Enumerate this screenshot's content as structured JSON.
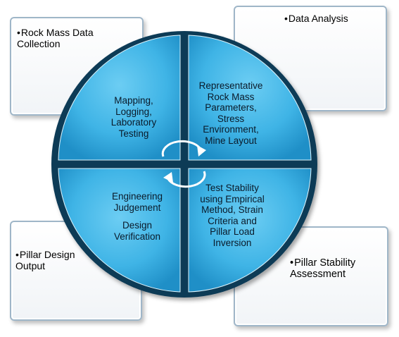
{
  "boxes": {
    "top_left": "Rock Mass Data Collection",
    "top_right": "Data Analysis",
    "bottom_left": "Pillar Design Output",
    "bottom_right": "Pillar Stability Assessment"
  },
  "quadrants": {
    "top_left": [
      "Mapping,",
      "Logging,",
      "Laboratory",
      "Testing"
    ],
    "top_right": [
      "Representative",
      "Rock Mass",
      "Parameters,",
      "Stress",
      "Environment,",
      "Mine Layout"
    ],
    "bottom_left_a": [
      "Engineering",
      "Judgement"
    ],
    "bottom_left_b": [
      "Design",
      "Verification"
    ],
    "bottom_right": [
      "Test Stability",
      "using Empirical",
      "Method, Strain",
      "Criteria and",
      "Pillar Load",
      "Inversion"
    ]
  },
  "colors": {
    "fill": "#3fb4e6",
    "fill_dark": "#1f8fc7",
    "divider": "#0e3b57",
    "box_border": "#9fb6c8"
  },
  "icons": [
    "cycle-arrows-icon"
  ]
}
